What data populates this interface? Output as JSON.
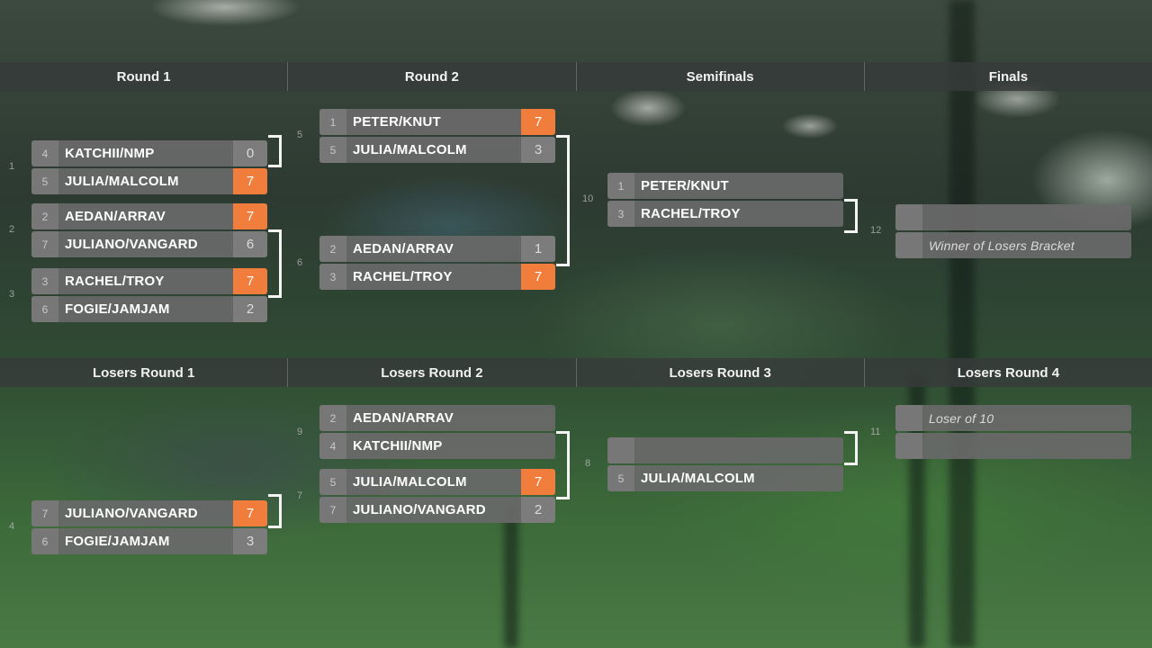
{
  "colors": {
    "winner_score": "#f07d3c",
    "header_bg": "#3a3c3c",
    "row_bg": "#696969"
  },
  "winners_headers": [
    "Round 1",
    "Round 2",
    "Semifinals",
    "Finals"
  ],
  "losers_headers": [
    "Losers Round 1",
    "Losers Round 2",
    "Losers Round 3",
    "Losers Round 4"
  ],
  "matches": {
    "w1": {
      "num": "1",
      "top": {
        "seed": "4",
        "name": "KATCHII/NMP",
        "score": "0"
      },
      "bottom": {
        "seed": "5",
        "name": "JULIA/MALCOLM",
        "score": "7"
      }
    },
    "w2": {
      "num": "2",
      "top": {
        "seed": "2",
        "name": "AEDAN/ARRAV",
        "score": "7"
      },
      "bottom": {
        "seed": "7",
        "name": "JULIANO/VANGARD",
        "score": "6"
      }
    },
    "w3": {
      "num": "3",
      "top": {
        "seed": "3",
        "name": "RACHEL/TROY",
        "score": "7"
      },
      "bottom": {
        "seed": "6",
        "name": "FOGIE/JAMJAM",
        "score": "2"
      }
    },
    "w5": {
      "num": "5",
      "top": {
        "seed": "1",
        "name": "PETER/KNUT",
        "score": "7"
      },
      "bottom": {
        "seed": "5",
        "name": "JULIA/MALCOLM",
        "score": "3"
      }
    },
    "w6": {
      "num": "6",
      "top": {
        "seed": "2",
        "name": "AEDAN/ARRAV",
        "score": "1"
      },
      "bottom": {
        "seed": "3",
        "name": "RACHEL/TROY",
        "score": "7"
      }
    },
    "w10": {
      "num": "10",
      "top": {
        "seed": "1",
        "name": "PETER/KNUT",
        "score": ""
      },
      "bottom": {
        "seed": "3",
        "name": "RACHEL/TROY",
        "score": ""
      }
    },
    "w12": {
      "num": "12",
      "top": {
        "seed": "",
        "name": "",
        "score": ""
      },
      "bottom": {
        "seed": "",
        "name": "Winner of Losers Bracket",
        "score": ""
      }
    },
    "l4": {
      "num": "4",
      "top": {
        "seed": "7",
        "name": "JULIANO/VANGARD",
        "score": "7"
      },
      "bottom": {
        "seed": "6",
        "name": "FOGIE/JAMJAM",
        "score": "3"
      }
    },
    "l9": {
      "num": "9",
      "top": {
        "seed": "2",
        "name": "AEDAN/ARRAV",
        "score": ""
      },
      "bottom": {
        "seed": "4",
        "name": "KATCHII/NMP",
        "score": ""
      }
    },
    "l7": {
      "num": "7",
      "top": {
        "seed": "5",
        "name": "JULIA/MALCOLM",
        "score": "7"
      },
      "bottom": {
        "seed": "7",
        "name": "JULIANO/VANGARD",
        "score": "2"
      }
    },
    "l8": {
      "num": "8",
      "top": {
        "seed": "",
        "name": "",
        "score": ""
      },
      "bottom": {
        "seed": "5",
        "name": "JULIA/MALCOLM",
        "score": ""
      }
    },
    "l11": {
      "num": "11",
      "top": {
        "seed": "",
        "name": "Loser of 10",
        "score": ""
      },
      "bottom": {
        "seed": "",
        "name": "",
        "score": ""
      }
    }
  }
}
